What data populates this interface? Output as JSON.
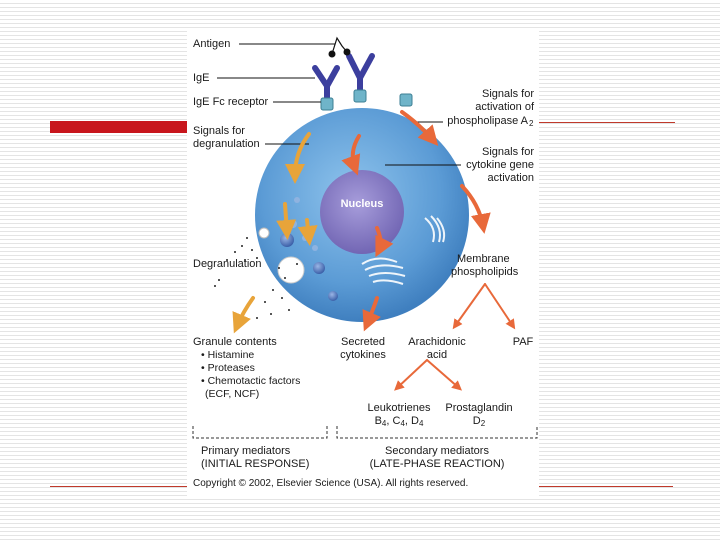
{
  "labels": {
    "antigen": "Antigen",
    "ige": "IgE",
    "ige_fc_receptor": "IgE Fc receptor",
    "signals_degranulation_1": "Signals for",
    "signals_degranulation_2": "degranulation",
    "signals_pla2_1": "Signals for",
    "signals_pla2_2": "activation of",
    "signals_pla2_3": "phospholipase A",
    "signals_pla2_sub": "2",
    "signals_cytokine_1": "Signals for",
    "signals_cytokine_2": "cytokine gene",
    "signals_cytokine_3": "activation",
    "nucleus": "Nucleus",
    "degranulation": "Degranulation",
    "membrane_1": "Membrane",
    "membrane_2": "phospholipids",
    "granule_contents": "Granule contents",
    "granule_items": [
      "• Histamine",
      "• Proteases",
      "• Chemotactic factors"
    ],
    "granule_note": "(ECF, NCF)",
    "secreted_1": "Secreted",
    "secreted_2": "cytokines",
    "arachidonic_1": "Arachidonic",
    "arachidonic_2": "acid",
    "paf": "PAF",
    "leukotrienes_1": "Leukotrienes",
    "leukotrienes_2": "B",
    "leukotrienes_sub1": "4",
    "leukotrienes_3": ", C",
    "leukotrienes_sub2": "4",
    "leukotrienes_4": ", D",
    "leukotrienes_sub3": "4",
    "prostaglandin_1": "Prostaglandin",
    "prostaglandin_2": "D",
    "prostaglandin_sub": "2",
    "primary_1": "Primary mediators",
    "primary_2": "(INITIAL RESPONSE)",
    "secondary_1": "Secondary mediators",
    "secondary_2": "(LATE-PHASE REACTION)",
    "copyright": "Copyright © 2002, Elsevier Science (USA). All rights reserved."
  },
  "colors": {
    "cell": "#5b9bd5",
    "nucleus": "#8a7fc4",
    "antibody": "#3c3f9e",
    "receptor": "#6fb4c9",
    "arrow_orange": "#e8693a",
    "arrow_yellow": "#e8a43a",
    "accent_red": "#c8161d"
  }
}
